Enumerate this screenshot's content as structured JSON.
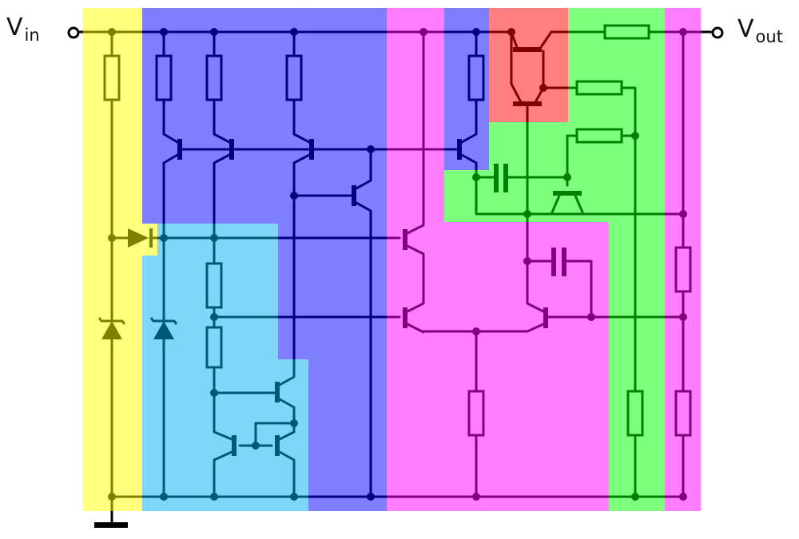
{
  "labels": {
    "input": {
      "symbol": "V",
      "subscript": "in"
    },
    "output": {
      "symbol": "V",
      "subscript": "out"
    }
  },
  "colors": {
    "wire": "#000000",
    "yellow_block": "#ffff00",
    "blue_block": "#0000ff",
    "cyan_block": "#00b0f0",
    "magenta_block": "#ff00ff",
    "red_block": "#ff0000",
    "green_block": "#00ff00"
  }
}
